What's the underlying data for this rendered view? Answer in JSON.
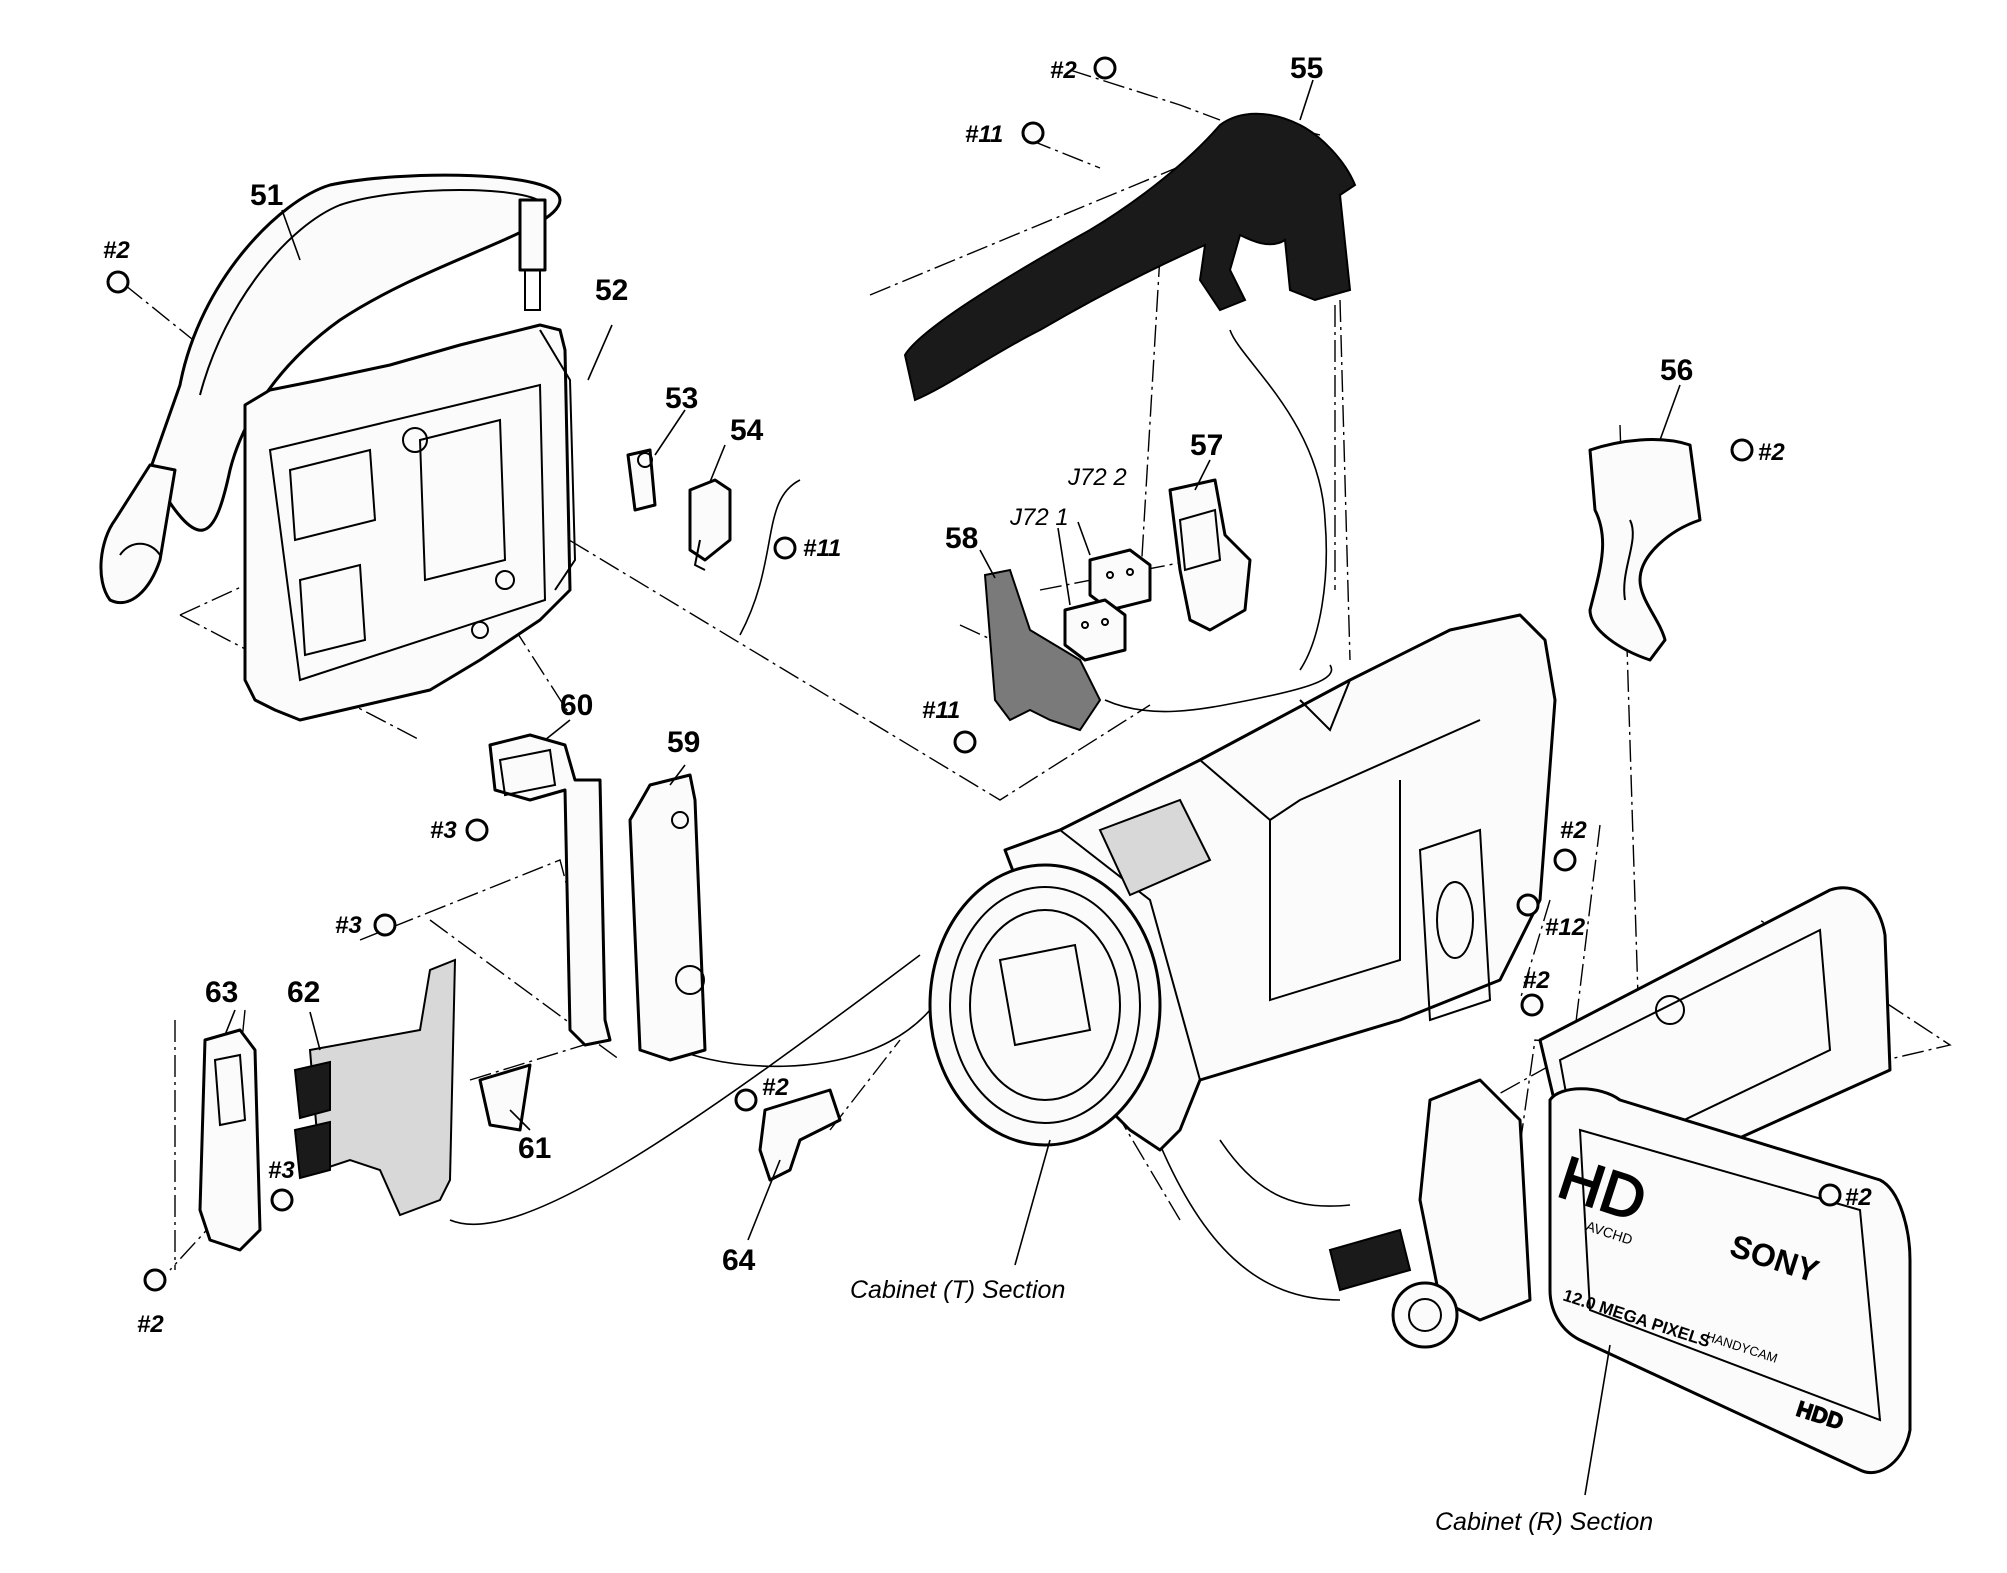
{
  "part_numbers": {
    "p51": "51",
    "p52": "52",
    "p53": "53",
    "p54": "54",
    "p55": "55",
    "p56": "56",
    "p57": "57",
    "p58": "58",
    "p59": "59",
    "p60": "60",
    "p61": "61",
    "p62": "62",
    "p63": "63",
    "p64": "64"
  },
  "screws": {
    "s_top_2": "#2",
    "s_top_11": "#11",
    "s_51_2": "#2",
    "s_54_11": "#11",
    "s_56_2": "#2",
    "s_58_11": "#11",
    "s_60_3": "#3",
    "s_62_3": "#3",
    "s_right_2a": "#2",
    "s_right_12": "#12",
    "s_right_2b": "#2",
    "s_64_2": "#2",
    "s_63_3": "#3",
    "s_63_2": "#2",
    "s_rcab_2": "#2"
  },
  "connectors": {
    "j722": "J72 2",
    "j721": "J72 1"
  },
  "sections": {
    "cabinet_t": "Cabinet (T) Section",
    "cabinet_r": "Cabinet (R) Section"
  },
  "body_markings": {
    "hd": "HD",
    "avchd": "AVCHD",
    "sony": "SONY",
    "megapixels": "12.0 MEGA PIXELS",
    "handycam": "HANDYCAM",
    "hdd": "HDD"
  }
}
